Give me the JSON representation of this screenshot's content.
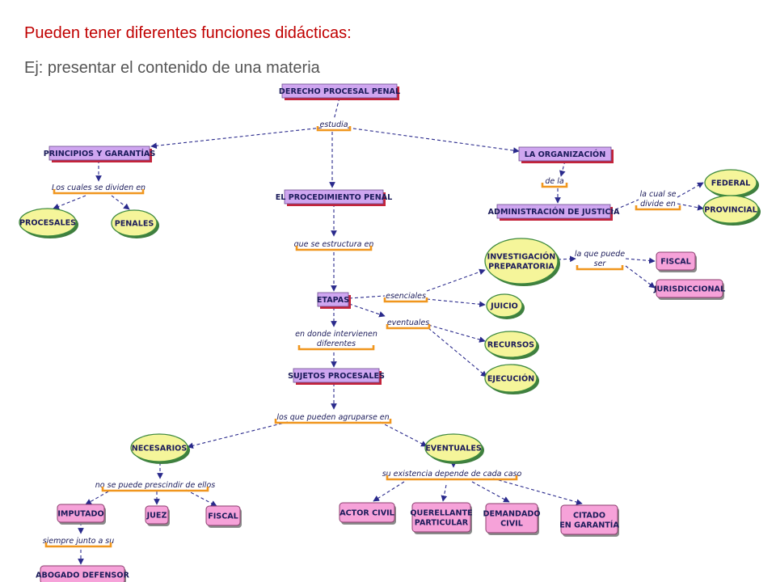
{
  "slide": {
    "heading": "Pueden tener diferentes funciones didácticas:",
    "subheading": "Ej: presentar el contenido de una materia"
  },
  "colors": {
    "heading": "#c00000",
    "subheading": "#555555",
    "concept_fill": "#cfa6f0",
    "concept_shadow": "#c4233a",
    "pink_fill": "#f6a2d9",
    "ellipse_fill": "#f5f59a",
    "ellipse_border": "#3e8a3e",
    "edge": "#2a2a8c",
    "link_underline": "#f0961e"
  },
  "nodes": [
    {
      "id": "n1",
      "kind": "concept",
      "lines": [
        "DERECHO PROCESAL PENAL"
      ]
    },
    {
      "id": "n2",
      "kind": "concept",
      "lines": [
        "PRINCIPIOS Y GARANTÍAS"
      ]
    },
    {
      "id": "n3",
      "kind": "concept",
      "lines": [
        "EL PROCEDIMIENTO PENAL"
      ]
    },
    {
      "id": "n4",
      "kind": "concept",
      "lines": [
        "LA ORGANIZACIÓN"
      ]
    },
    {
      "id": "n5",
      "kind": "concept",
      "lines": [
        "ADMINISTRACIÓN DE JUSTICIA"
      ]
    },
    {
      "id": "n6",
      "kind": "ellipse",
      "lines": [
        "PROCESALES"
      ]
    },
    {
      "id": "n7",
      "kind": "ellipse",
      "lines": [
        "PENALES"
      ]
    },
    {
      "id": "n8",
      "kind": "ellipse",
      "lines": [
        "FEDERAL"
      ]
    },
    {
      "id": "n9",
      "kind": "ellipse",
      "lines": [
        "PROVINCIAL"
      ]
    },
    {
      "id": "n10",
      "kind": "concept",
      "lines": [
        "ETAPAS"
      ]
    },
    {
      "id": "n11",
      "kind": "ellipse",
      "lines": [
        "INVESTIGACIÓN",
        "PREPARATORIA"
      ]
    },
    {
      "id": "n12",
      "kind": "ellipse",
      "lines": [
        "JUICIO"
      ]
    },
    {
      "id": "n13",
      "kind": "ellipse",
      "lines": [
        "RECURSOS"
      ]
    },
    {
      "id": "n14",
      "kind": "ellipse",
      "lines": [
        "EJECUCIÓN"
      ]
    },
    {
      "id": "n15",
      "kind": "pink",
      "lines": [
        "FISCAL"
      ]
    },
    {
      "id": "n16",
      "kind": "pink",
      "lines": [
        "JURISDICCIONAL"
      ]
    },
    {
      "id": "n17",
      "kind": "concept",
      "lines": [
        "SUJETOS PROCESALES"
      ]
    },
    {
      "id": "n18",
      "kind": "ellipse",
      "lines": [
        "NECESARIOS"
      ]
    },
    {
      "id": "n19",
      "kind": "ellipse",
      "lines": [
        "EVENTUALES"
      ]
    },
    {
      "id": "n20",
      "kind": "pink",
      "lines": [
        "IMPUTADO"
      ]
    },
    {
      "id": "n21",
      "kind": "pink",
      "lines": [
        "JUEZ"
      ]
    },
    {
      "id": "n22",
      "kind": "pink",
      "lines": [
        "FISCAL"
      ]
    },
    {
      "id": "n23",
      "kind": "pink",
      "lines": [
        "ABOGADO DEFENSOR"
      ]
    },
    {
      "id": "n24",
      "kind": "pink",
      "lines": [
        "ACTOR CIVIL"
      ]
    },
    {
      "id": "n25",
      "kind": "pink",
      "lines": [
        "QUERELLANTE",
        "PARTICULAR"
      ]
    },
    {
      "id": "n26",
      "kind": "pink",
      "lines": [
        "DEMANDADO",
        "CIVIL"
      ]
    },
    {
      "id": "n27",
      "kind": "pink",
      "lines": [
        "CITADO",
        "EN GARANTÍA"
      ]
    }
  ],
  "links": [
    {
      "id": "l1",
      "lines": [
        "estudia"
      ]
    },
    {
      "id": "l2",
      "lines": [
        "Los cuales se dividen en"
      ]
    },
    {
      "id": "l3",
      "lines": [
        "de la"
      ]
    },
    {
      "id": "l4",
      "lines": [
        "la cual se",
        "divide en"
      ]
    },
    {
      "id": "l5",
      "lines": [
        "que se estructura en"
      ]
    },
    {
      "id": "l6",
      "lines": [
        "esenciales"
      ]
    },
    {
      "id": "l7",
      "lines": [
        "eventuales"
      ]
    },
    {
      "id": "l8",
      "lines": [
        "la que puede",
        "ser"
      ]
    },
    {
      "id": "l9",
      "lines": [
        "en donde intervienen",
        "diferentes"
      ]
    },
    {
      "id": "l10",
      "lines": [
        "los que pueden agruparse en"
      ]
    },
    {
      "id": "l11",
      "lines": [
        "no se puede prescindir de ellos"
      ]
    },
    {
      "id": "l12",
      "lines": [
        "su existencia depende de cada caso"
      ]
    },
    {
      "id": "l13",
      "lines": [
        "siempre junto a su"
      ]
    }
  ]
}
